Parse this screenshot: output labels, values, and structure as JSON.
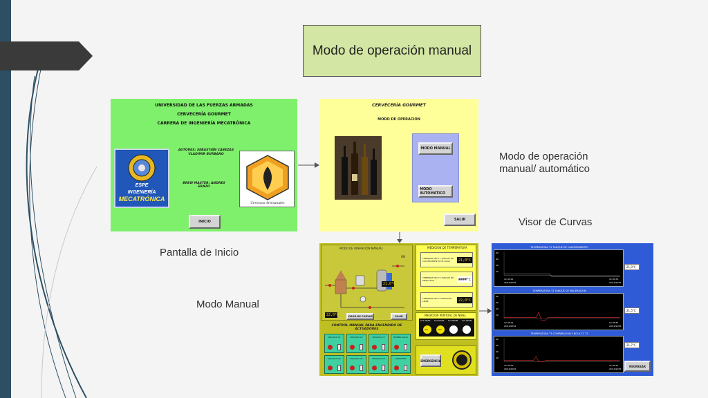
{
  "slide": {
    "title": "Modo de operación manual",
    "caption_operacion": "Modo de operación manual/ automático",
    "caption_visor": "Visor de Curvas",
    "caption_inicio": "Pantalla de Inicio",
    "caption_manual": "Modo Manual",
    "colors": {
      "stripe": "#2d4f63",
      "title_box": "#d3e6a3"
    }
  },
  "inicio": {
    "line1": "UNIVERSIDAD DE LAS FUERZAS ARMADAS",
    "line2": "CERVECERÍA GOURMET",
    "line3": "CARRERA DE INGENIERÍA MECATRÓNICA",
    "authors": "AUTORES: SEBASTIÁN CABEZAS VLADIMIR BURBANO",
    "brew_master": "BREW MASTER: ANDRES ERAZO",
    "espe_t1": "ESPE",
    "espe_t2": "INGENIERÍA",
    "espe_t3": "MECATRÓNICA",
    "beer_logo_text": "Cervezas Artesanales",
    "button": "INICIO"
  },
  "modo": {
    "title": "CERVECERÍA GOURMET",
    "subtitle": "MODO DE OPERACION",
    "btn_manual": "MODO MANUAL",
    "btn_auto": "MODO AUTOMATICO",
    "btn_salir": "SALIR"
  },
  "manual": {
    "title": "MODO DE OPERACIÓN MANUAL",
    "temp_title": "MEDICION DE TEMPERATURA",
    "temp1_label": "TEMPERATURA T1 TANQUE DE CALENTAMIENTO DE AGUA",
    "temp1_value": "21,0°C",
    "temp2_label": "TEMPERATURA T2 TANQUE DE MEZCLADO",
    "temp2_value": "####°C",
    "temp3_label": "TEMPERATURA T3 MEDIDOR LIBRE",
    "temp3_value": "22,0°C",
    "level_title": "MEDICION PUNTUAL DE NIVEL",
    "level_labels": [
      "LV1 NIVEL",
      "LV2 NIVEL",
      "LV3 NIVEL",
      "LV4 NIVEL"
    ],
    "level_lamp1": "ON",
    "level_lamp2": "OFF",
    "on_label": "ON",
    "tank_value": "21,0°C",
    "readout_left": "22,0°C",
    "btn_visor": "VISOR DE CURVAS",
    "btn_salir": "SALIR",
    "act_title": "CONTROL MANUAL PARA ENCENDIDO DE ACTUADORES",
    "actuators": [
      "VALVULA V1",
      "VALVULA V2",
      "VALVULA V3",
      "BOMBA AGUA",
      "VALVULA V4",
      "VALVULA V5",
      "VALVULA V6",
      "AGITADOR"
    ],
    "btn_emergency": "EMERGENCIA"
  },
  "visor": {
    "chart1_title": "TEMPERATURA T1 TANQUE DE CALENTAMIENTO",
    "chart2_title": "TEMPERATURA T2 TANQUE DE MACERACION",
    "chart3_title": "TEMPERATURA T3 COMPARACION Y BOLA T1 T2",
    "readout1": "21,0°C",
    "readout2": "21,5°C",
    "readout3": "21,7°C",
    "y_ticks": [
      "90",
      "60",
      "40",
      "20"
    ],
    "time_start": "12:45:21",
    "time_end": "12:45:51",
    "date": "20/10/2015",
    "btn_regresar": "REGRESAR"
  }
}
